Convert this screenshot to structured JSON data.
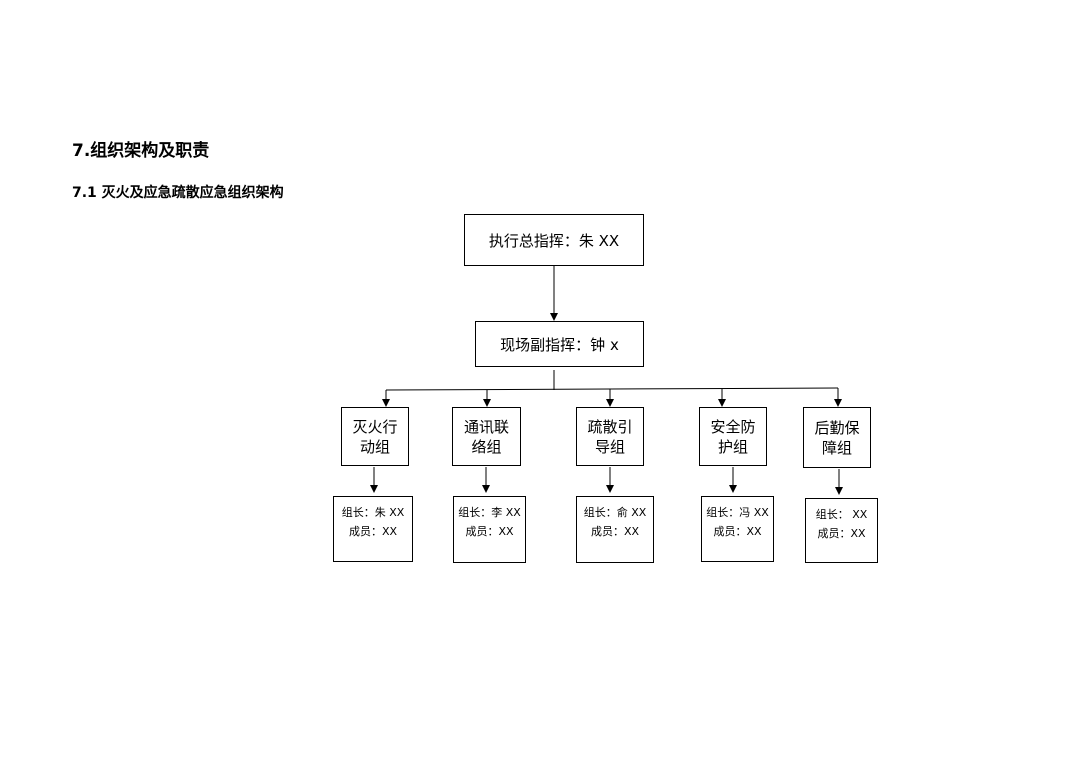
{
  "heading": "7.组织架构及职责",
  "subheading": "7.1 灭火及应急疏散应急组织架构",
  "chief": "执行总指挥：朱 XX",
  "deputy": "现场副指挥：钟 x",
  "groups": [
    {
      "name": "灭火行动组",
      "leader": "组长：朱 XX",
      "members": "成员：XX"
    },
    {
      "name": "通讯联络组",
      "leader": "组长：李 XX",
      "members": "成员：XX"
    },
    {
      "name": "疏散引导组",
      "leader": "组长：俞 XX",
      "members": "成员：XX"
    },
    {
      "name": "安全防护组",
      "leader": "组长：冯 XX",
      "members": "成员：XX"
    },
    {
      "name": "后勤保障组",
      "leader": "组长： XX",
      "members": "成员：XX"
    }
  ]
}
